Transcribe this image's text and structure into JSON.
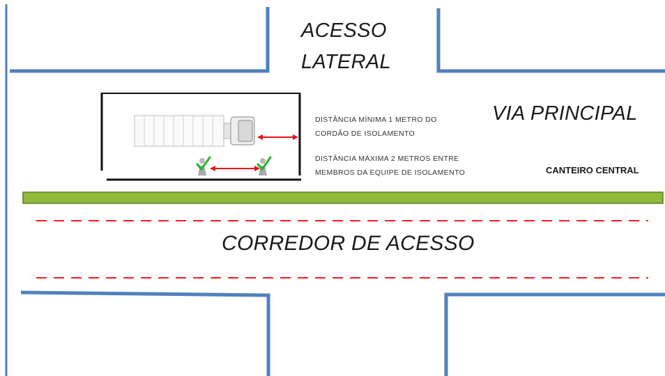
{
  "labels": {
    "acesso_line1": "ACESSO",
    "acesso_line2": "LATERAL",
    "via_principal": "VIA PRINCIPAL",
    "corredor": "CORREDOR  DE ACESSO",
    "canteiro": "CANTEIRO CENTRAL",
    "dist_min_line1": "DISTÂNCIA MÍNIMA 1 METRO DO",
    "dist_min_line2": "CORDÃO  DE ISOLAMENTO",
    "dist_max_line1": "DISTÂNCIA MÁXIMA 2 METROS ENTRE",
    "dist_max_line2": "MEMBROS  DA EQUIPE DE ISOLAMENTO"
  },
  "colors": {
    "road_border": "#4f81bd",
    "median": "#8fba3a",
    "median_border": "#5e7a24",
    "corridor_dash": "#ff1a1a",
    "arrow": "#e8141a",
    "isolation_cordon": "#111111",
    "check_mark": "#2fb52f"
  },
  "icons": [
    "truck-icon",
    "person-check-icon",
    "person-check-icon"
  ]
}
